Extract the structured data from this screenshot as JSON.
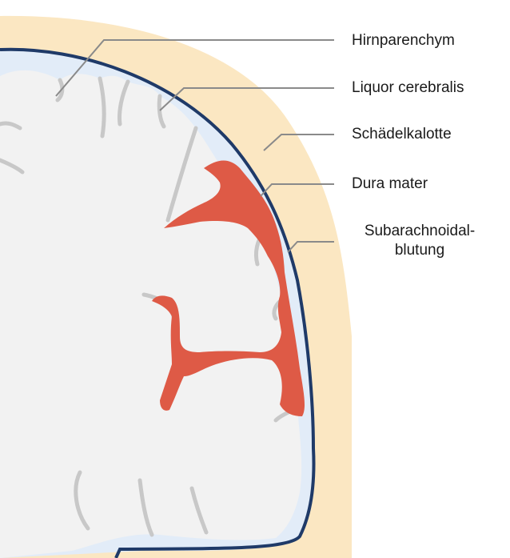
{
  "labels": {
    "hirnparenchym": "Hirnparenchym",
    "liquor": "Liquor cerebralis",
    "schaedelkalotte": "Schädelkalotte",
    "dura": "Dura mater",
    "sab_line1": "Subarachnoidal-",
    "sab_line2": "blutung"
  },
  "colors": {
    "skull": "#fbe7c2",
    "csf": "#e2ecf8",
    "brain": "#f2f2f2",
    "sulcus": "#c8c8c8",
    "dura": "#1f3a68",
    "blood": "#de5a46",
    "leader": "#8a8a8a"
  }
}
